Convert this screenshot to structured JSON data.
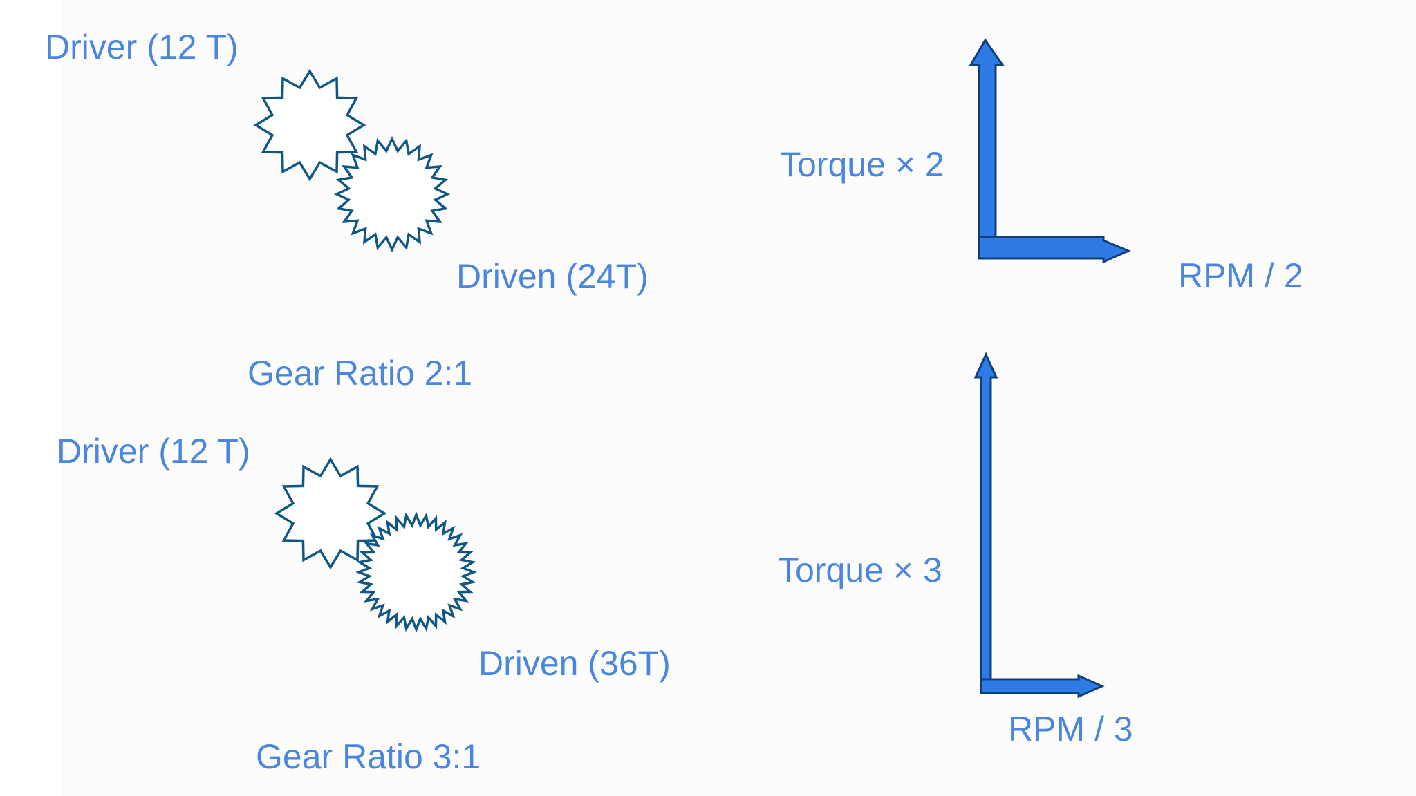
{
  "colors": {
    "label_text": "#4a86e0",
    "gear_stroke": "#0f5785",
    "arrow_fill": "#2f7be6",
    "arrow_stroke": "#0e3f78",
    "background": "#fcfcfd"
  },
  "section_1": {
    "driver_label": "Driver (12 T)",
    "driven_label": "Driven (24T)",
    "ratio_label": "Gear Ratio 2:1",
    "torque_label": "Torque × 2",
    "rpm_label": "RPM / 2",
    "driver_teeth": 12,
    "driven_teeth": 24
  },
  "section_2": {
    "driver_label": "Driver (12 T)",
    "driven_label": "Driven (36T)",
    "ratio_label": "Gear Ratio 3:1",
    "torque_label": "Torque × 3",
    "rpm_label": "RPM / 3",
    "driver_teeth": 12,
    "driven_teeth": 36
  }
}
